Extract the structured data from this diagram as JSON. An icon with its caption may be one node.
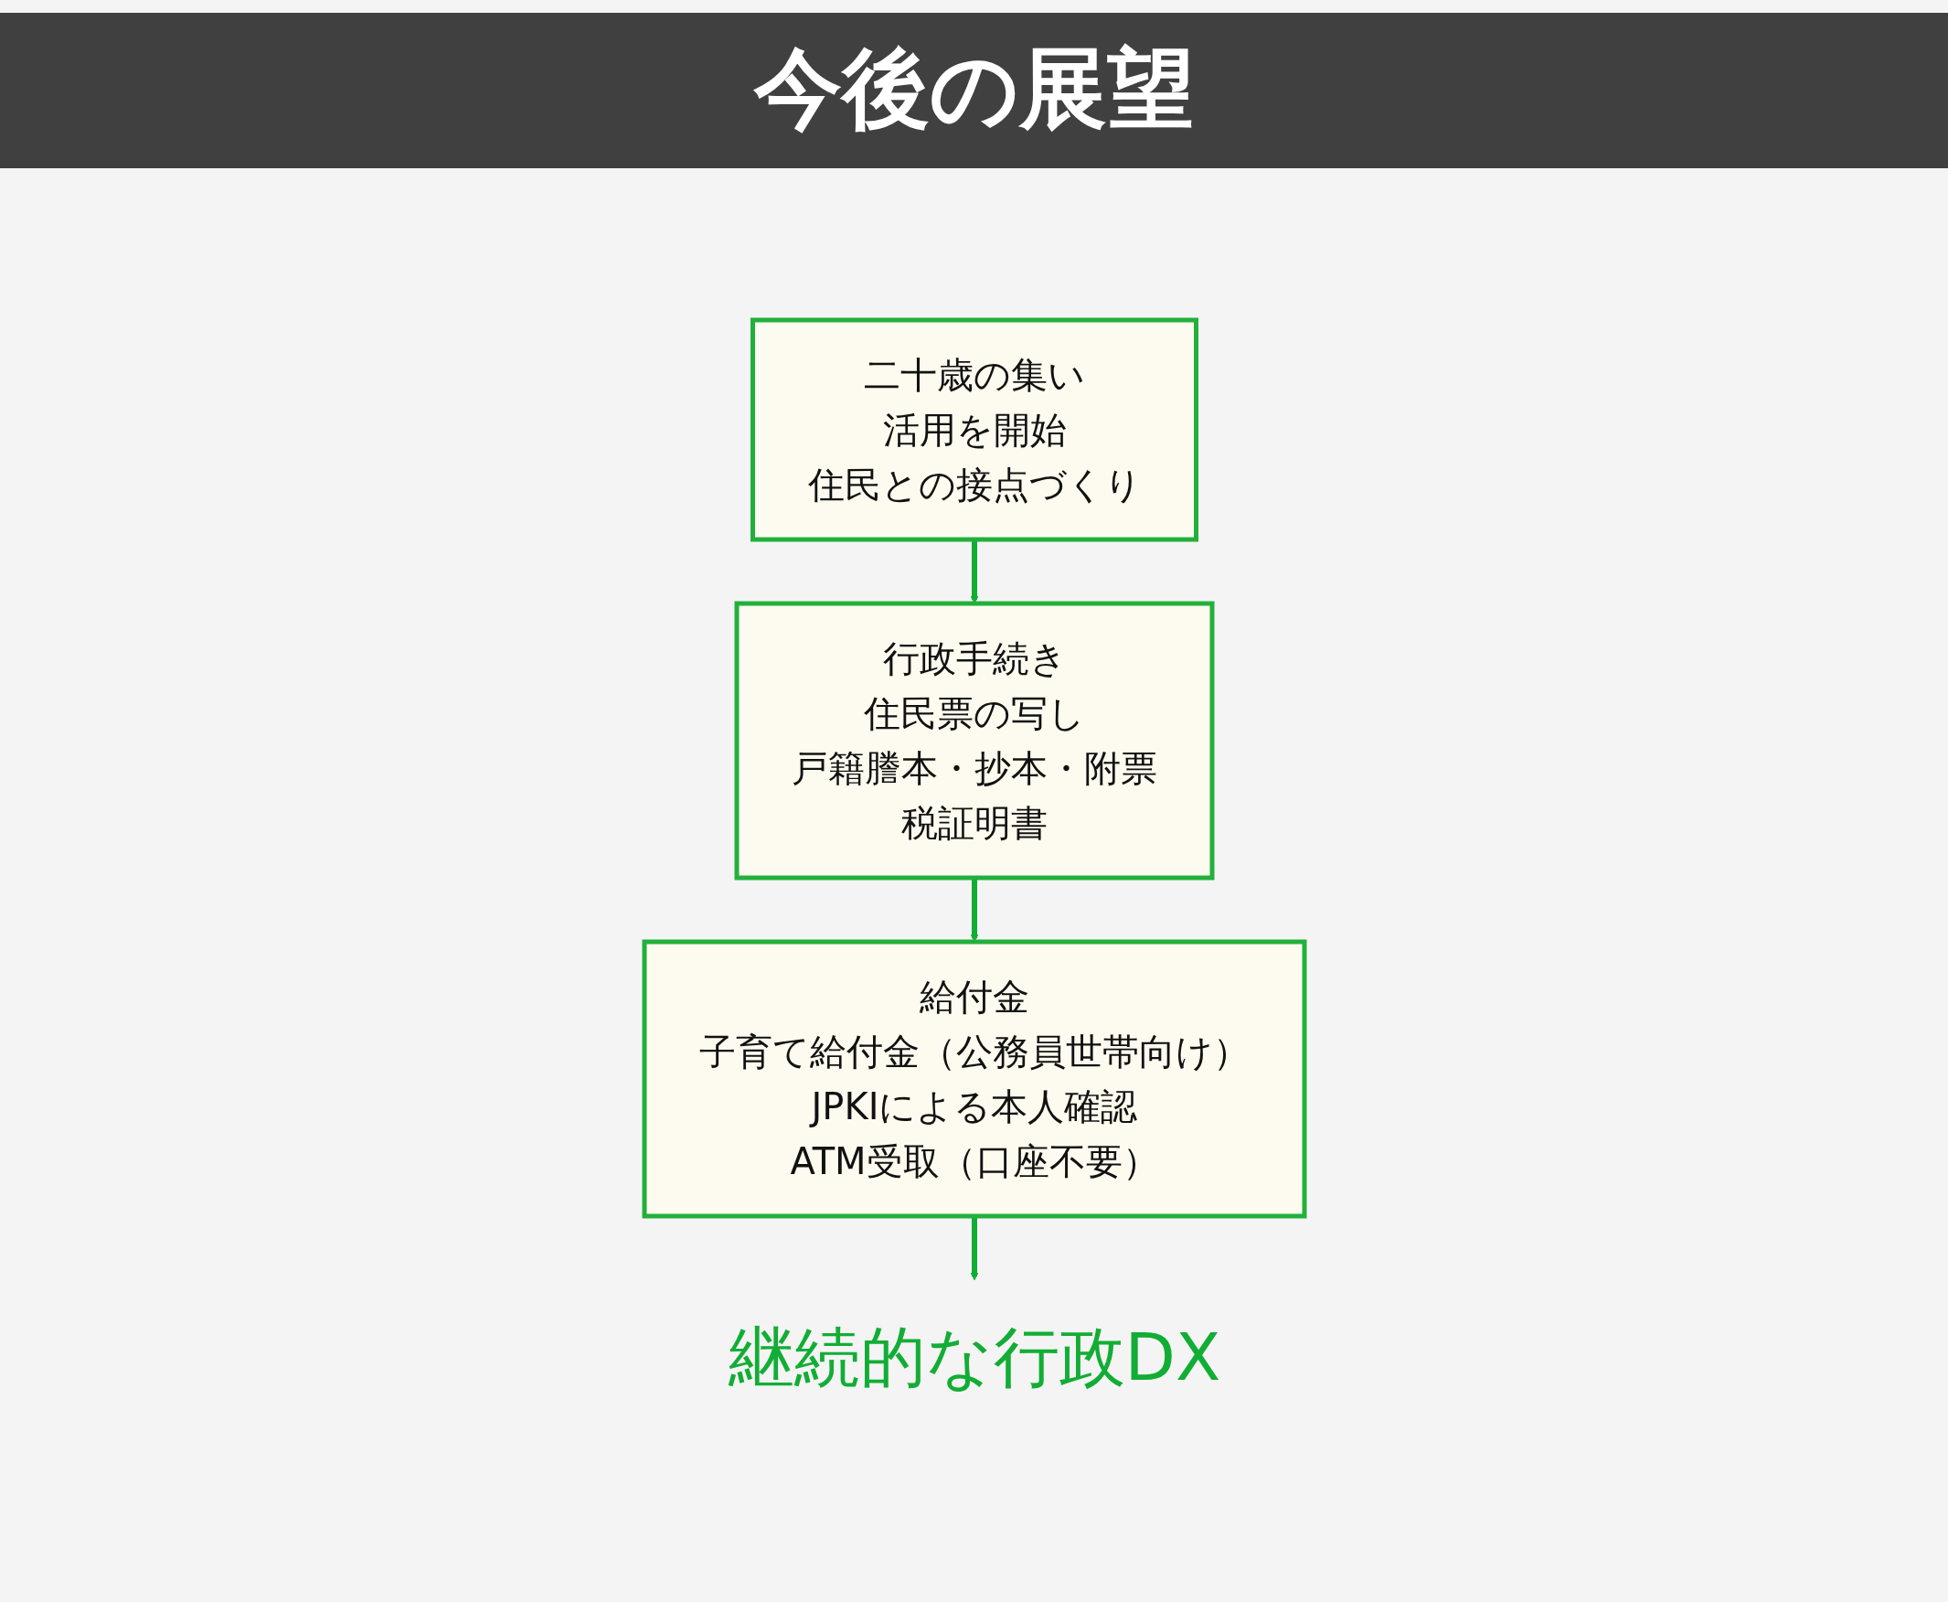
{
  "diagram": {
    "title": "今後の展望",
    "nodes": [
      {
        "text": [
          "二十歳の集い",
          "活用を開始",
          "住民との接点づくり"
        ]
      },
      {
        "text": [
          "行政手続き",
          "住民票の写し",
          "戸籍謄本・抄本・附票",
          "税証明書"
        ]
      },
      {
        "text": [
          "給付金",
          "子育て給付金（公務員世帯向け）",
          "JPKIによる本人確認",
          "ATM受取（口座不要）"
        ]
      },
      {
        "text": [
          "継続的な行政DX"
        ]
      }
    ],
    "edges": [
      {
        "from": 0,
        "to": 1,
        "arrow": "to"
      },
      {
        "from": 1,
        "to": 2,
        "arrow": "to"
      },
      {
        "from": 2,
        "to": 3,
        "arrow": "to"
      }
    ]
  }
}
